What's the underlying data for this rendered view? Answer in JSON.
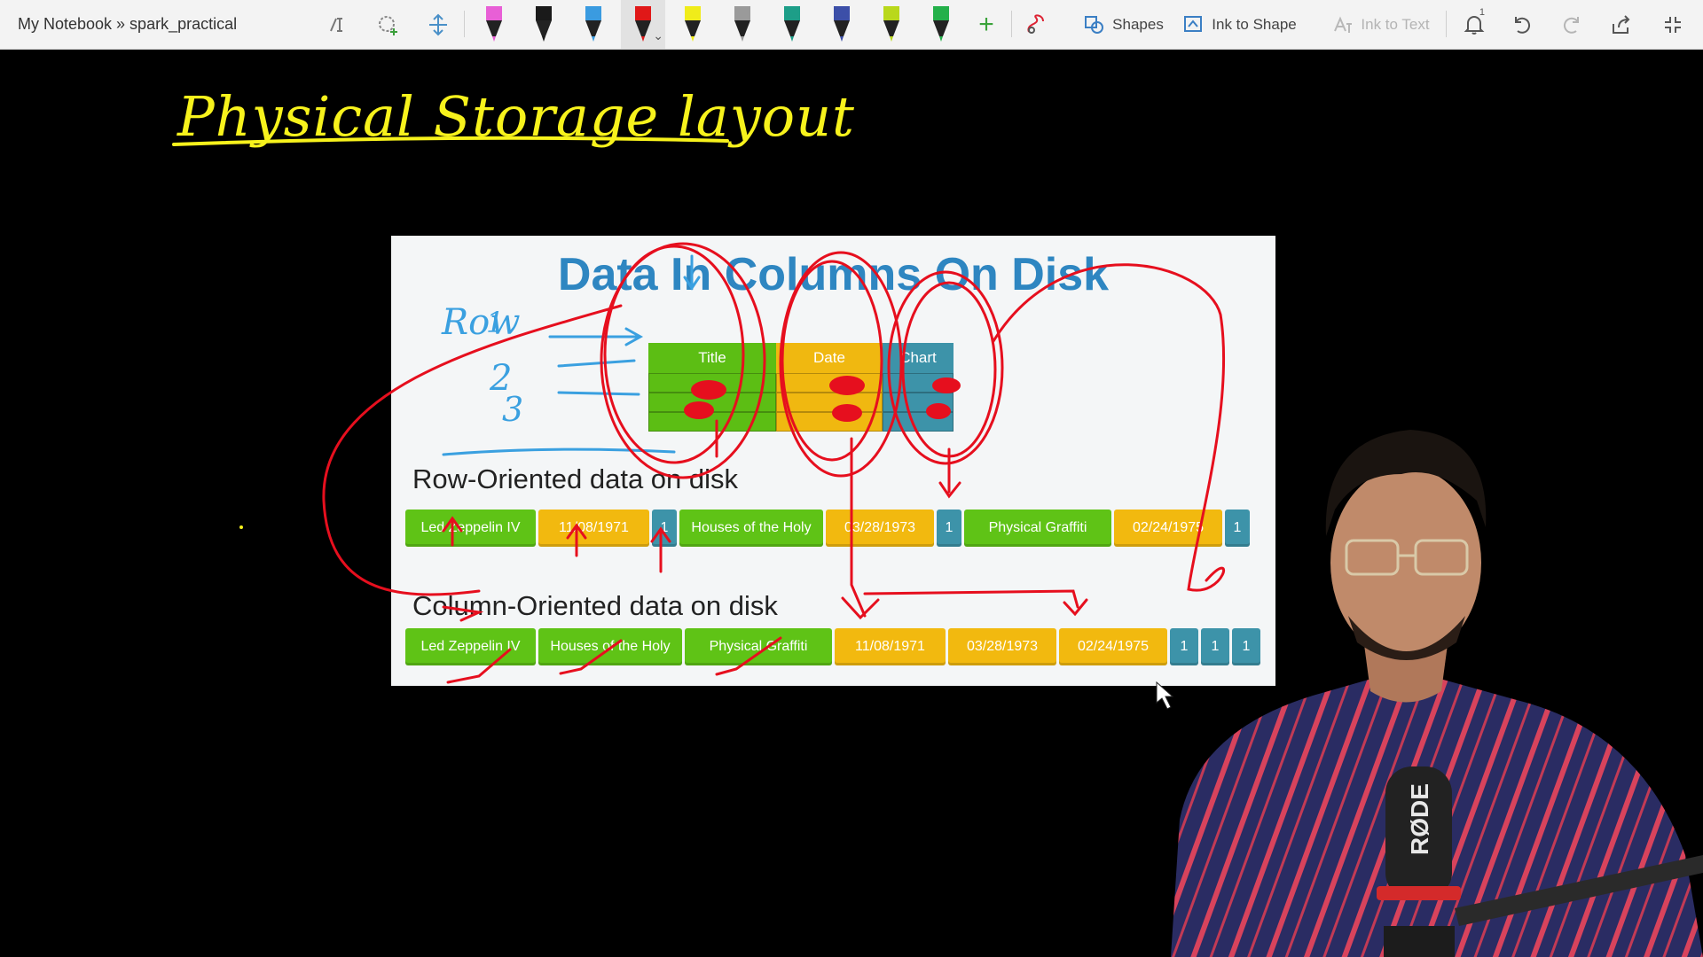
{
  "app": {
    "breadcrumb": "My Notebook » spark_practical"
  },
  "toolbar": {
    "pens": [
      {
        "name": "pink-highlighter",
        "color": "#e85fd6"
      },
      {
        "name": "black-pen",
        "color": "#1a1a1a"
      },
      {
        "name": "blue-pen",
        "color": "#3a9be0"
      },
      {
        "name": "red-pen",
        "color": "#e01818",
        "active": true
      },
      {
        "name": "yellow-highlighter",
        "color": "#f0ec1a"
      },
      {
        "name": "gray-pen",
        "color": "#9a9a9a"
      },
      {
        "name": "teal-pen",
        "color": "#1d9e88"
      },
      {
        "name": "navy-pen",
        "color": "#3c4fa8"
      },
      {
        "name": "lime-pen",
        "color": "#b9d81b"
      },
      {
        "name": "green-pen",
        "color": "#24b04a"
      }
    ],
    "shapes_label": "Shapes",
    "ink_to_shape_label": "Ink to Shape",
    "ink_to_text_label": "Ink to Text",
    "notification_count": "1"
  },
  "ink": {
    "heading": "Physical Storage layout",
    "row_label": "Row",
    "row_numbers": [
      "1",
      "2",
      "3"
    ]
  },
  "slide": {
    "title": "Data In Columns On Disk",
    "grid_headers": [
      "Title",
      "Date",
      "Chart"
    ],
    "row_oriented_label": "Row-Oriented data on disk",
    "column_oriented_label": "Column-Oriented data on disk",
    "row_strip": [
      {
        "text": "Led Zeppelin IV",
        "color": "green"
      },
      {
        "text": "11/08/1971",
        "color": "yellow"
      },
      {
        "text": "1",
        "color": "blue"
      },
      {
        "text": "Houses of the Holy",
        "color": "green"
      },
      {
        "text": "03/28/1973",
        "color": "yellow"
      },
      {
        "text": "1",
        "color": "blue"
      },
      {
        "text": "Physical Graffiti",
        "color": "green"
      },
      {
        "text": "02/24/1975",
        "color": "yellow"
      },
      {
        "text": "1",
        "color": "blue"
      }
    ],
    "column_strip": [
      {
        "text": "Led Zeppelin IV",
        "color": "green"
      },
      {
        "text": "Houses of the Holy",
        "color": "green"
      },
      {
        "text": "Physical Graffiti",
        "color": "green"
      },
      {
        "text": "11/08/1971",
        "color": "yellow"
      },
      {
        "text": "03/28/1973",
        "color": "yellow"
      },
      {
        "text": "02/24/1975",
        "color": "yellow"
      },
      {
        "text": "1",
        "color": "blue"
      },
      {
        "text": "1",
        "color": "blue"
      },
      {
        "text": "1",
        "color": "blue"
      }
    ]
  },
  "overlay": {
    "mic_brand": "RØDE"
  },
  "colors": {
    "highlighter_yellow": "#f7f21c",
    "ink_red": "#e60f1e",
    "ink_blue": "#3aa0e0",
    "slide_title_blue": "#2e86c1"
  }
}
